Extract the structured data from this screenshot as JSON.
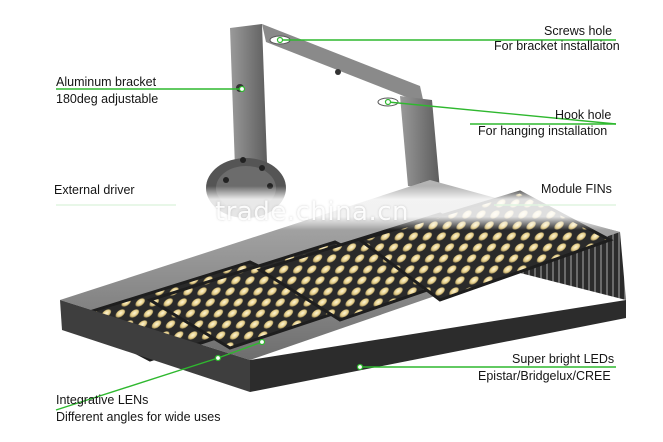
{
  "labels": {
    "screws_hole_title": "Screws hole",
    "screws_hole_desc": "For bracket installaiton",
    "aluminum_title": "Aluminum bracket",
    "aluminum_desc": "180deg adjustable",
    "hook_hole_title": "Hook hole",
    "hook_hole_desc": "For hanging installation",
    "external_driver": "External driver",
    "module_fins": "Module FINs",
    "leds_title": "Super bright LEDs",
    "leds_desc": "Epistar/Bridgelux/CREE",
    "lens_title": "Integrative LENs",
    "lens_desc": "Different angles for wide uses"
  },
  "watermark": "trade.china.cn",
  "colors": {
    "callout_line": "#2fb82f",
    "housing": "#8c8c8c",
    "housing_dark": "#3a3a3a",
    "led_warm": "#e8d9a0"
  }
}
